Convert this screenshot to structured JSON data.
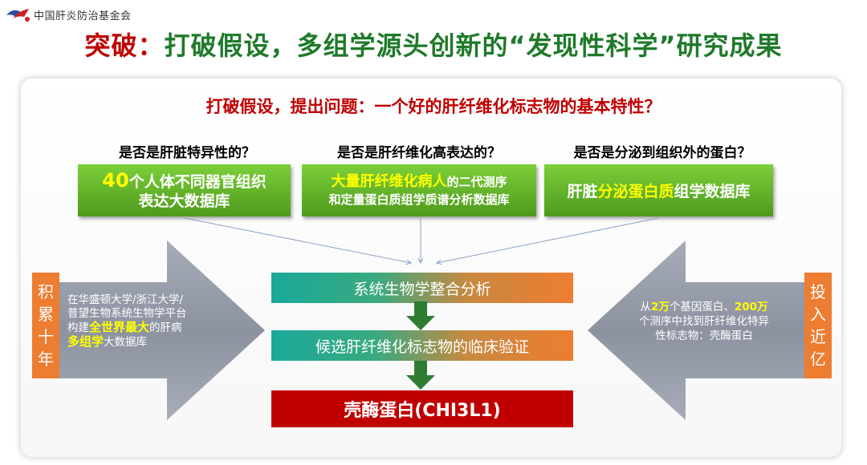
{
  "logo": {
    "text": "中国肝炎防治基金会"
  },
  "title": {
    "part1": "突破：",
    "part2": "打破假设，多组学源头创新的“发现性科学”研究成果"
  },
  "subtitle": "打破假设，提出问题：一个好的肝纤维化标志物的基本特性？",
  "questions": [
    "是否是肝脏特异性的？",
    "是否是肝纤维化高表达的？",
    "是否是分泌到组织外的蛋白？"
  ],
  "boxes": [
    {
      "hl": "40",
      "line1_rest": "个人体不同器官组织",
      "line2": "表达大数据库"
    },
    {
      "hl": "大量肝纤维化病人",
      "line1_rest": "的二代测序",
      "line2": "和定量蛋白质组学质谱分析数据库"
    },
    {
      "pre": "肝脏",
      "hl": "分泌蛋白质",
      "post": "组学数据库"
    }
  ],
  "left": {
    "label": [
      "积",
      "累",
      "十",
      "年"
    ],
    "line1": "在华盛顿大学/浙江大学/",
    "line2": "普望生物系统生物学平台",
    "line3_pre": "构建",
    "line3_hl": "全世界最大",
    "line3_post": "的肝病",
    "line4_hl": "多组学",
    "line4_post": "大数据库"
  },
  "right": {
    "label": [
      "投",
      "入",
      "近",
      "亿"
    ],
    "line1_pre": "从",
    "line1_hl1": "2万",
    "line1_mid": "个基因蛋白、",
    "line1_hl2": "200万",
    "line2": "个测序中找到肝纤维化特异",
    "line3": "性标志物：壳酶蛋白"
  },
  "stages": [
    "系统生物学整合分析",
    "候选肝纤维化标志物的临床验证",
    "壳酶蛋白(CHI3L1)"
  ],
  "colors": {
    "red": "#c00000",
    "green": "#1f7a2a",
    "orange": "#ed7d31",
    "teal": "#1aa99a",
    "box_green": "#5fae2b",
    "highlight": "#ffff00"
  }
}
